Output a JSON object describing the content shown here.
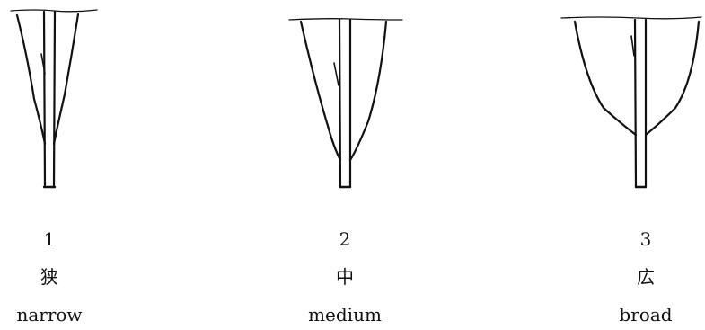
{
  "figure": {
    "panels": [
      {
        "number": "1",
        "japanese": "狭",
        "english": "narrow",
        "shape": "narrow-branching-illustration"
      },
      {
        "number": "2",
        "japanese": "中",
        "english": "medium",
        "shape": "medium-branching-illustration"
      },
      {
        "number": "3",
        "japanese": "広",
        "english": "broad",
        "shape": "broad-branching-illustration"
      }
    ],
    "stroke_color": "#111111"
  }
}
